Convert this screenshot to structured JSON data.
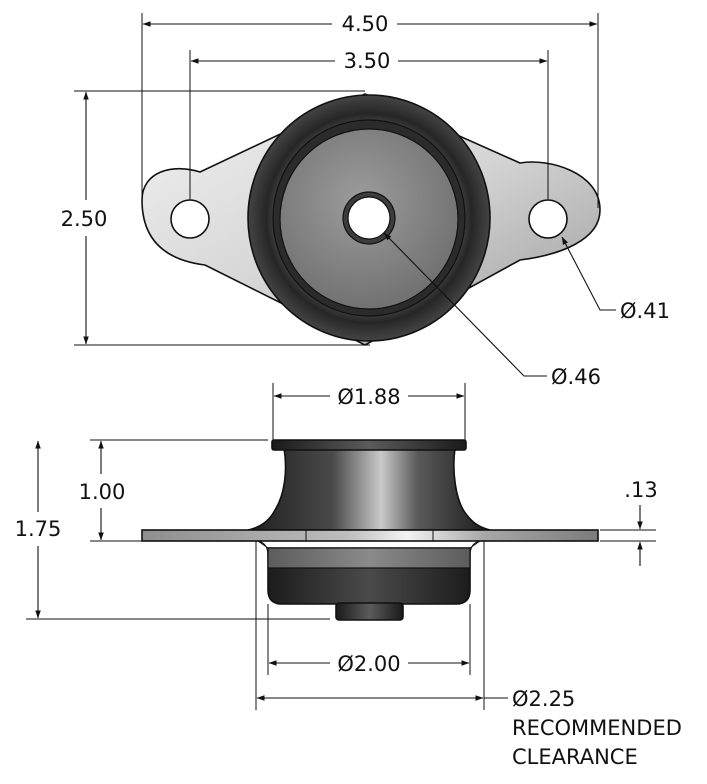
{
  "top_view": {
    "dim_overall_length": "4.50",
    "dim_hole_spacing": "3.50",
    "dim_width": "2.50",
    "dim_mount_hole_dia": "Ø.41",
    "dim_center_hole_dia": "Ø.46"
  },
  "side_view": {
    "dim_top_dia": "Ø1.88",
    "dim_upper_height": "1.00",
    "dim_overall_height": "1.75",
    "dim_plate_thickness": ".13",
    "dim_base_dia": "Ø2.00",
    "dim_clearance_dia": "Ø2.25",
    "clearance_note_line1": "RECOMMENDED",
    "clearance_note_line2": "CLEARANCE"
  },
  "colors": {
    "flange": "#d4d4d4",
    "rubber": "#3a3a3a",
    "line": "#111111"
  }
}
